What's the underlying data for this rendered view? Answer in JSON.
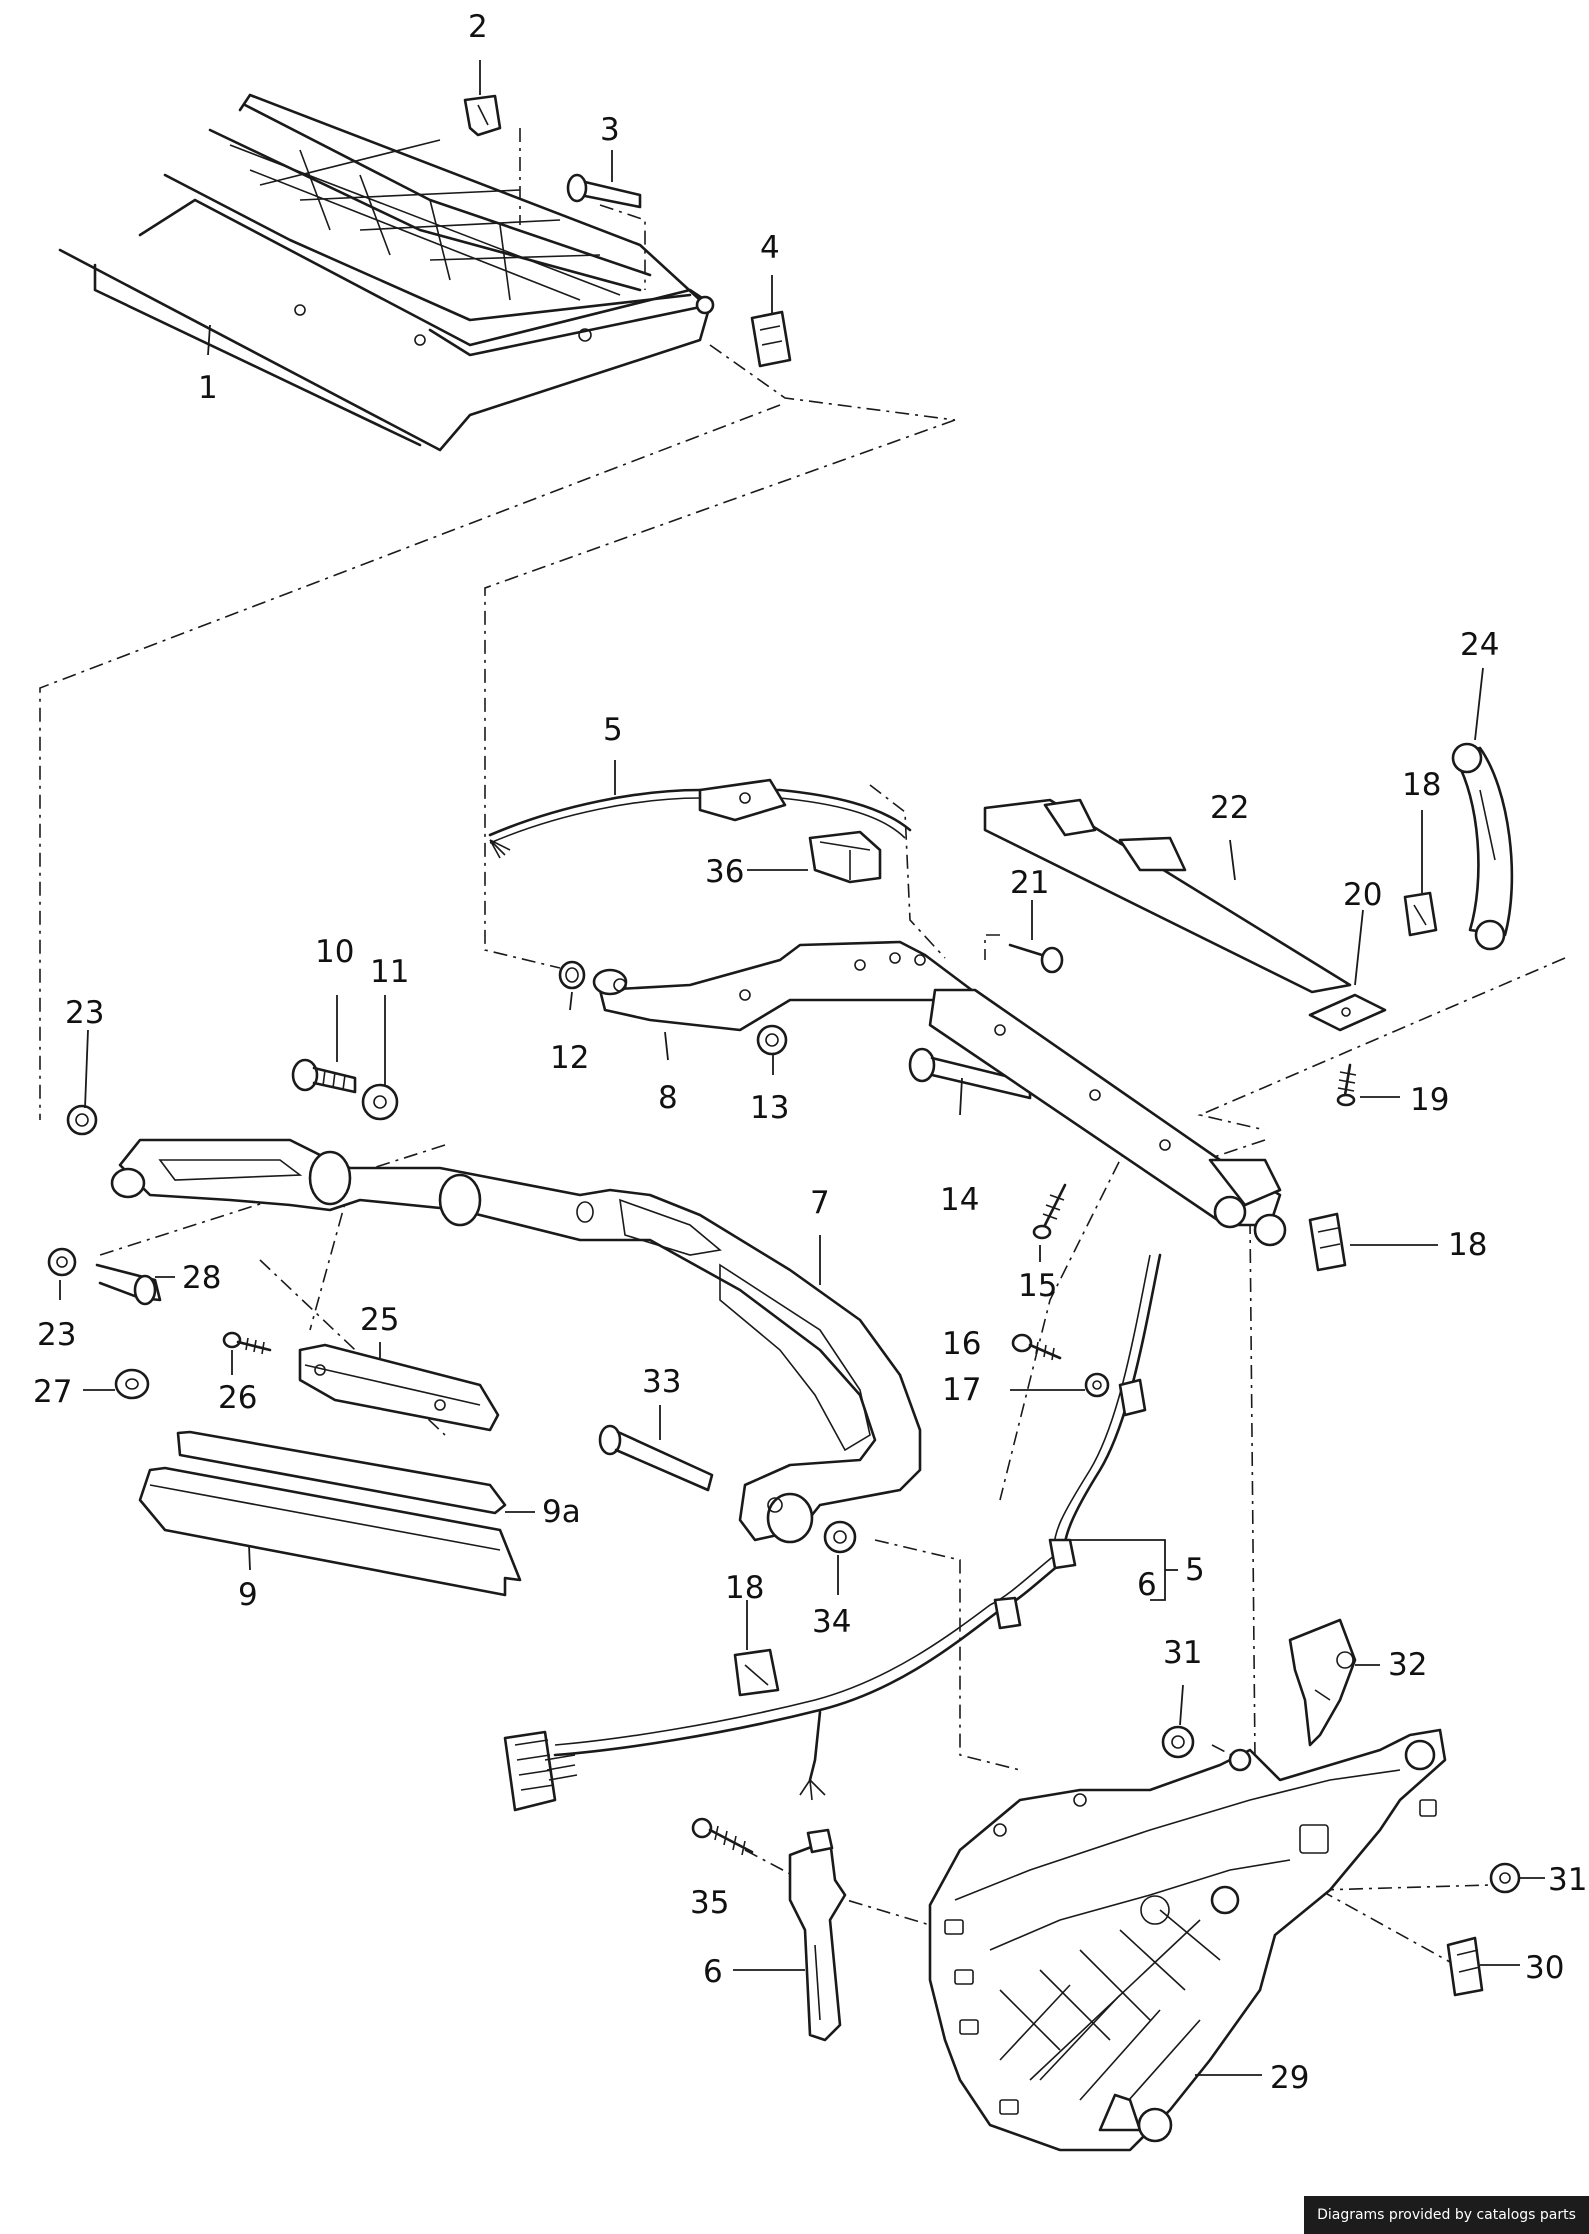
{
  "colors": {
    "line": "#1a1a1a",
    "background": "#ffffff",
    "credit_bg": "#1c1c1c",
    "credit_text": "#ffffff"
  },
  "callouts": {
    "c1": "1",
    "c2": "2",
    "c3": "3",
    "c4": "4",
    "c5a": "5",
    "c5b": "5",
    "c6a": "6",
    "c6b": "6",
    "c7": "7",
    "c8": "8",
    "c9": "9",
    "c9a": "9a",
    "c10": "10",
    "c11": "11",
    "c12": "12",
    "c13": "13",
    "c14": "14",
    "c15": "15",
    "c16": "16",
    "c17": "17",
    "c18a": "18",
    "c18b": "18",
    "c18c": "18",
    "c19": "19",
    "c20": "20",
    "c21": "21",
    "c22": "22",
    "c23a": "23",
    "c23b": "23",
    "c24": "24",
    "c25": "25",
    "c26": "26",
    "c27": "27",
    "c28": "28",
    "c29": "29",
    "c30": "30",
    "c31a": "31",
    "c31b": "31",
    "c32": "32",
    "c33": "33",
    "c34": "34",
    "c35": "35",
    "c36": "36"
  },
  "credit": "Diagrams provided by catalogs parts"
}
